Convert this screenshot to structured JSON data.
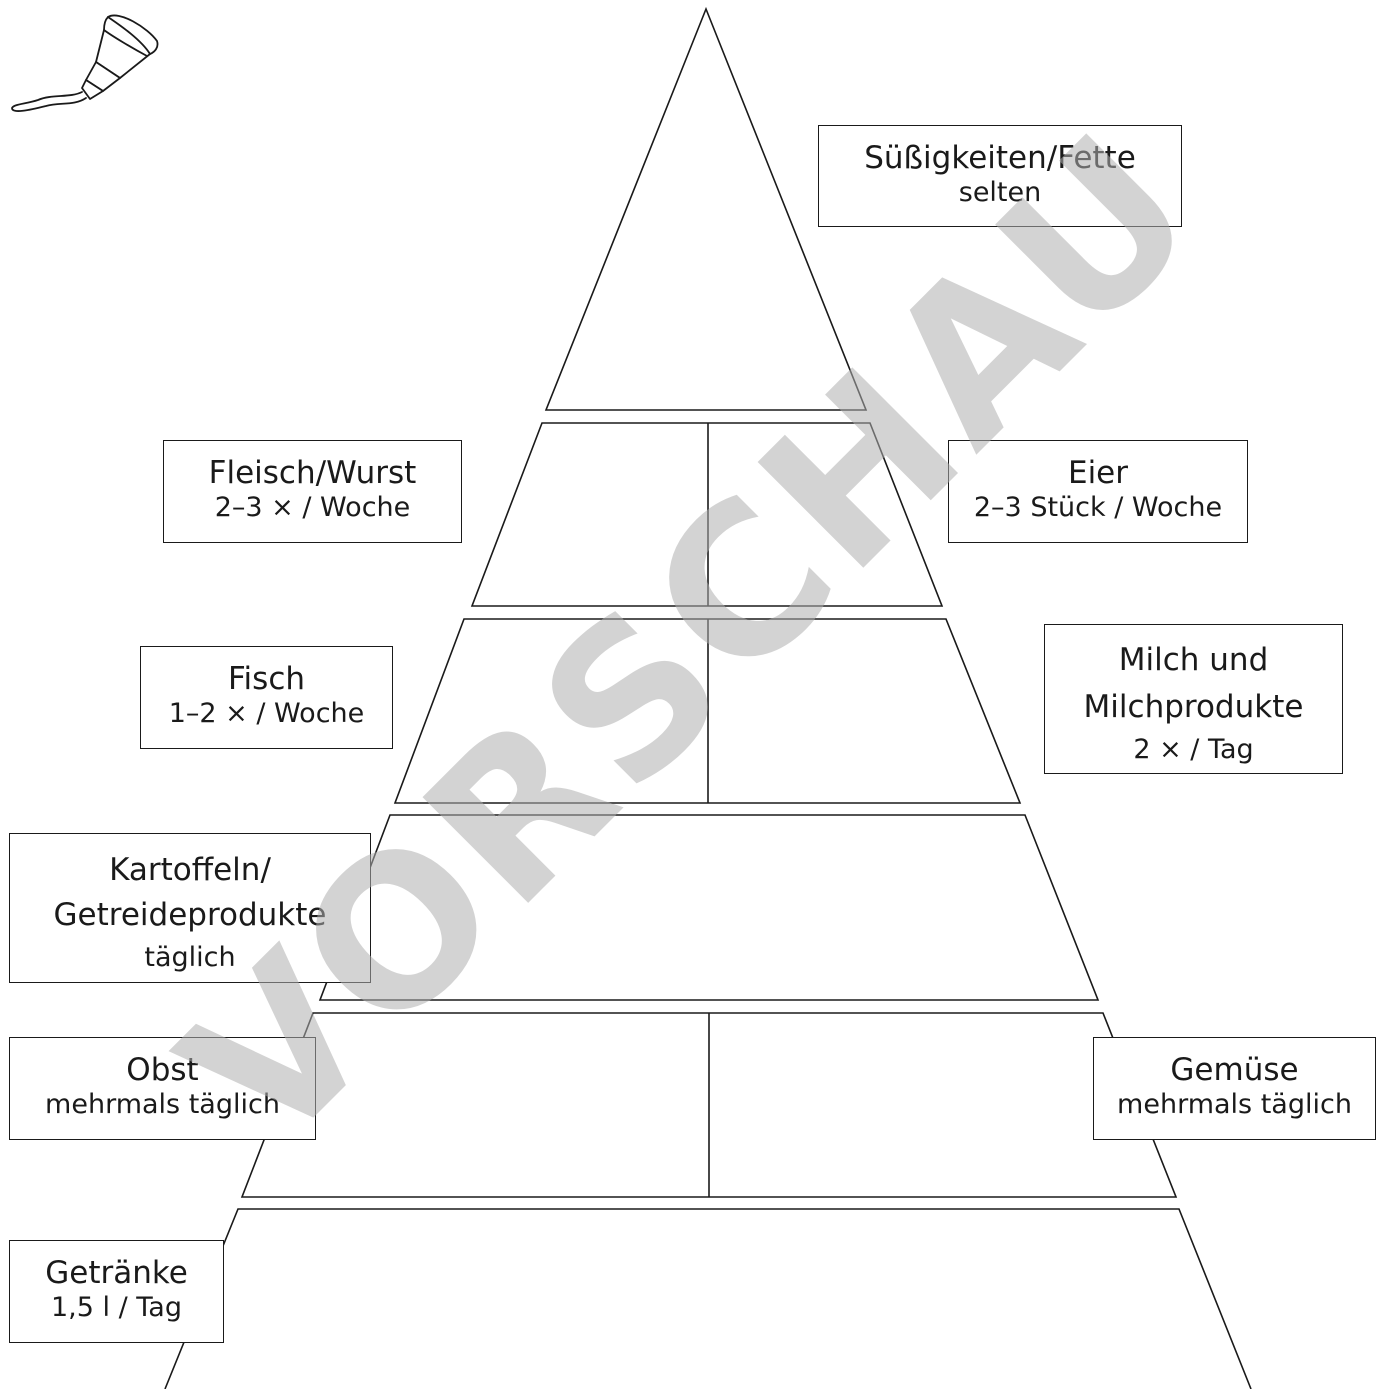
{
  "watermark": "VORSCHAU",
  "icons": {
    "glue": "glue-tube-icon"
  },
  "levels": [
    {
      "id": "suessigkeiten",
      "name": "Süßigkeiten/Fette",
      "frequency": "selten"
    },
    {
      "id": "fleisch",
      "name": "Fleisch/Wurst",
      "frequency": "2–3 × / Woche"
    },
    {
      "id": "eier",
      "name": "Eier",
      "frequency": "2–3 Stück / Woche"
    },
    {
      "id": "fisch",
      "name": "Fisch",
      "frequency": "1–2 × / Woche"
    },
    {
      "id": "milch",
      "name": "Milch und\nMilchprodukte",
      "frequency": "2 × / Tag"
    },
    {
      "id": "kartoffeln",
      "name": "Kartoffeln/\nGetreideprodukte",
      "frequency": "täglich"
    },
    {
      "id": "obst",
      "name": "Obst",
      "frequency": "mehrmals täglich"
    },
    {
      "id": "gemuese",
      "name": "Gemüse",
      "frequency": "mehrmals täglich"
    },
    {
      "id": "getraenke",
      "name": "Getränke",
      "frequency": "1,5 l / Tag"
    }
  ]
}
